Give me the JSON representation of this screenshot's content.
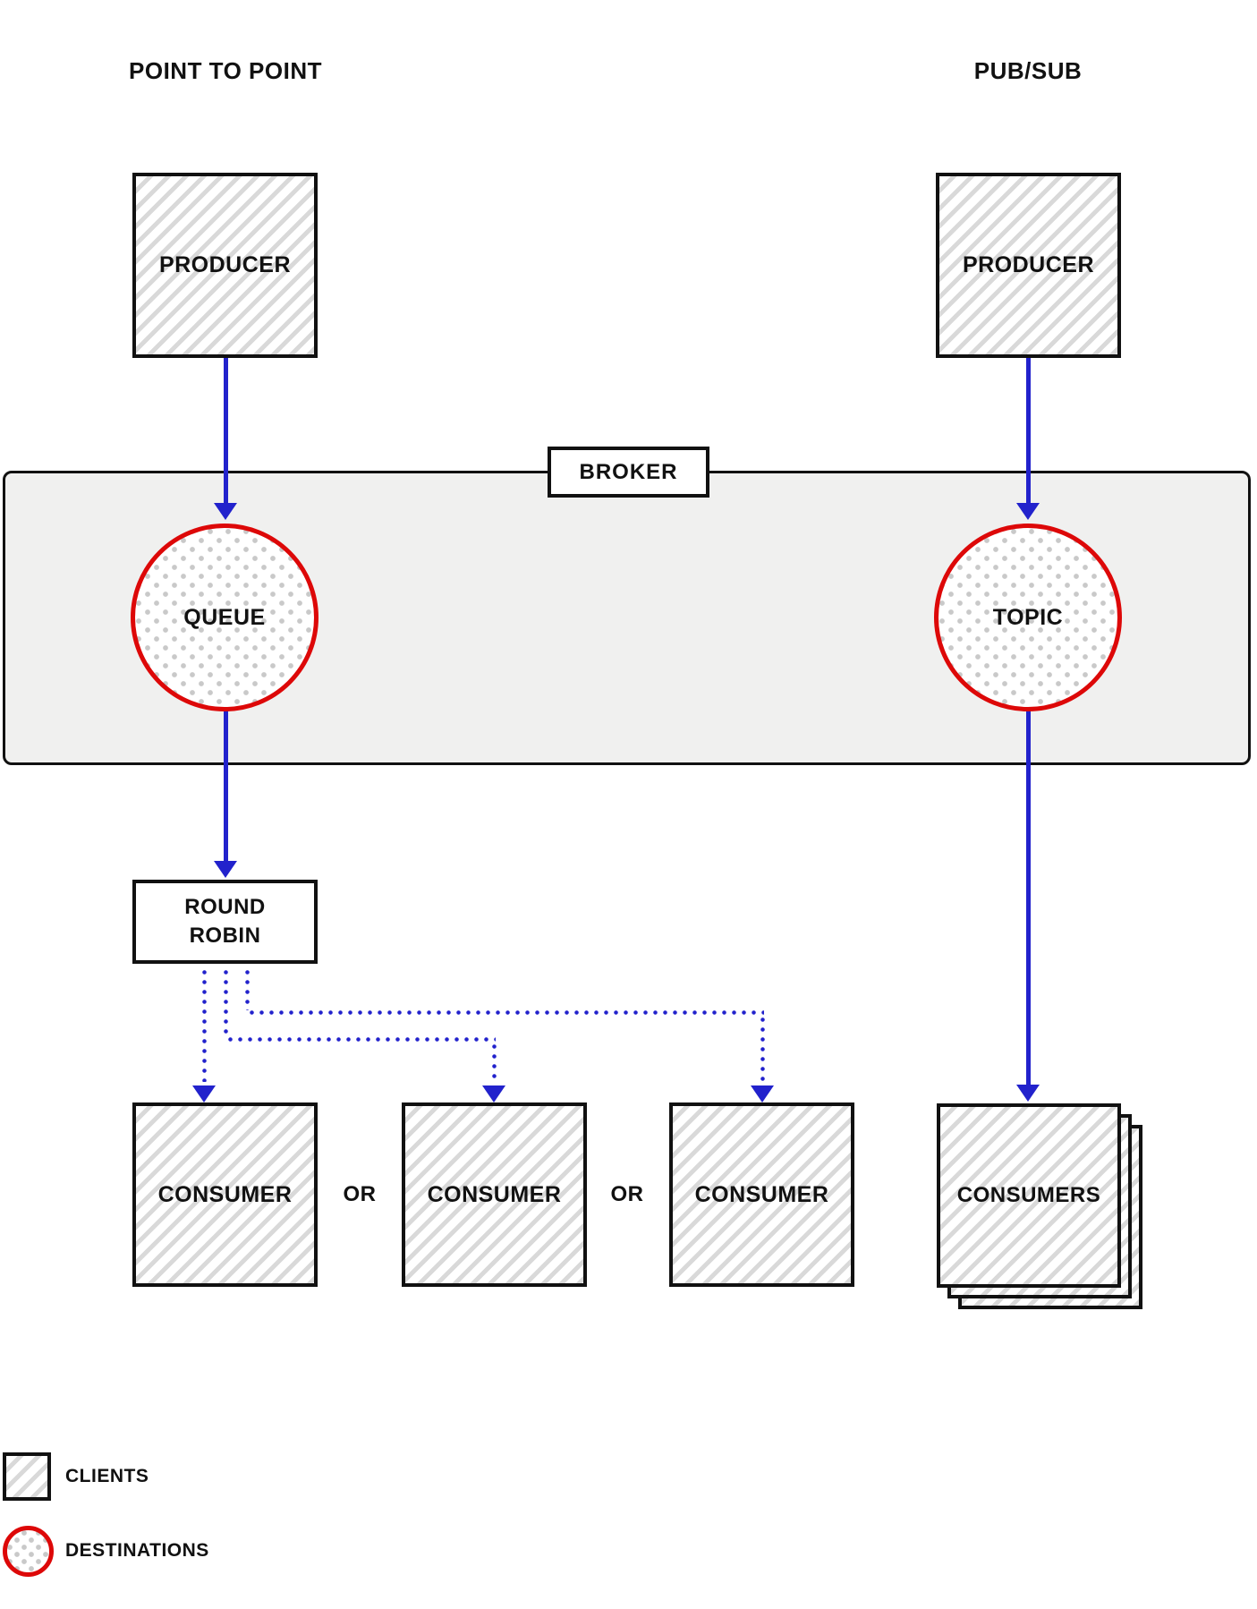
{
  "diagram": {
    "left_section_title": "POINT TO POINT",
    "right_section_title": "PUB/SUB",
    "broker": {
      "label": "BROKER"
    },
    "point_to_point": {
      "producer_label": "PRODUCER",
      "queue_label": "QUEUE",
      "round_robin_label": "ROUND ROBIN",
      "consumer_labels": [
        "CONSUMER",
        "CONSUMER",
        "CONSUMER"
      ],
      "or_label": "OR"
    },
    "pub_sub": {
      "producer_label": "PRODUCER",
      "topic_label": "TOPIC",
      "consumers_label": "CONSUMERS"
    },
    "legend": {
      "clients_label": "CLIENTS",
      "destinations_label": "DESTINATIONS"
    },
    "colors": {
      "arrow_blue": "#2222cc",
      "destination_red": "#dd0808",
      "hatch_gray": "#d9d9d9",
      "polka_dot_gray": "#c9c9c9",
      "broker_band_fill": "#f0f0ef",
      "border_black": "#111111"
    }
  }
}
